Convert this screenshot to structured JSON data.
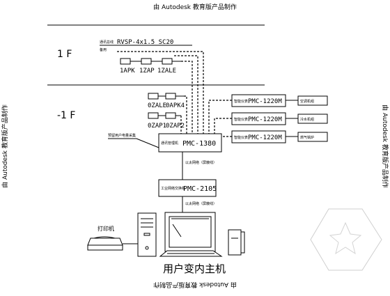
{
  "watermark": {
    "top": "由 Autodesk 教育版产品制作",
    "bottom": "由 Autodesk 教育版产品制作",
    "left": "由 Autodesk 教育版产品制作",
    "right": "由 Autodesk 教育版产品制作"
  },
  "floors": {
    "first": "1 F",
    "basement": "-1 F"
  },
  "cable": {
    "label": "RVSP-4x1.5 SC20",
    "prefix": "通讯总线",
    "note": "备用"
  },
  "first_floor_panels": [
    "1APK",
    "1ZAP",
    "1ZALE"
  ],
  "basement_panels_row1": [
    "0ZALE",
    "0APK4"
  ],
  "basement_panels_row2": [
    "0ZAP1",
    "0ZAP2"
  ],
  "pmc1220": {
    "model": "PMC-1220M",
    "units": [
      {
        "prefix": "智能仪表",
        "right": "空调机组"
      },
      {
        "prefix": "智能仪表",
        "right": "冷水机组"
      },
      {
        "prefix": "智能仪表",
        "right": "燃气锅炉"
      }
    ]
  },
  "spare_note": "预留用户电量采集",
  "pmc1380": {
    "prefix": "通讯管理机",
    "model": "PMC-1380"
  },
  "link1": "以太网络（屏蔽线）",
  "pmc2105": {
    "prefix": "工业网络交换机",
    "model": "PMC-2105"
  },
  "link2": "以太网络（屏蔽线）",
  "printer": "打印机",
  "host": "用户变内主机"
}
